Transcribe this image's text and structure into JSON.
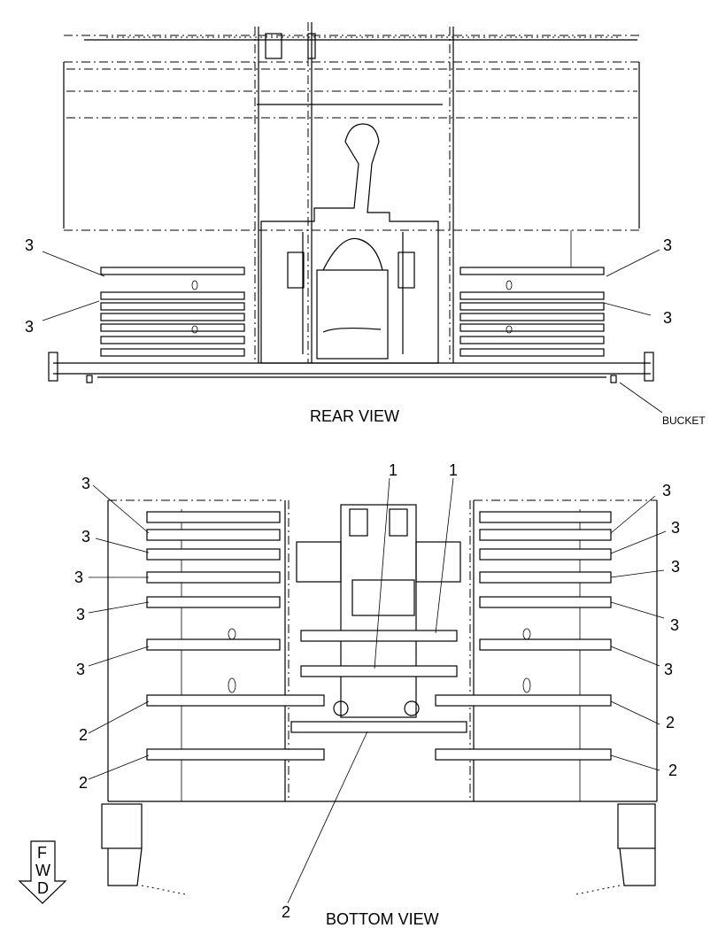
{
  "rear_view": {
    "title": "REAR VIEW",
    "callouts": [
      "3",
      "3",
      "3",
      "3"
    ],
    "bucket_label": "BUCKET"
  },
  "bottom_view": {
    "title": "BOTTOM VIEW",
    "callouts_left": [
      "3",
      "3",
      "3",
      "3",
      "3",
      "2",
      "2"
    ],
    "callouts_right": [
      "3",
      "3",
      "3",
      "3",
      "3",
      "2",
      "2"
    ],
    "callouts_center": [
      "1",
      "1",
      "2"
    ]
  },
  "fwd_arrow": {
    "letters": [
      "F",
      "W",
      "D"
    ]
  }
}
